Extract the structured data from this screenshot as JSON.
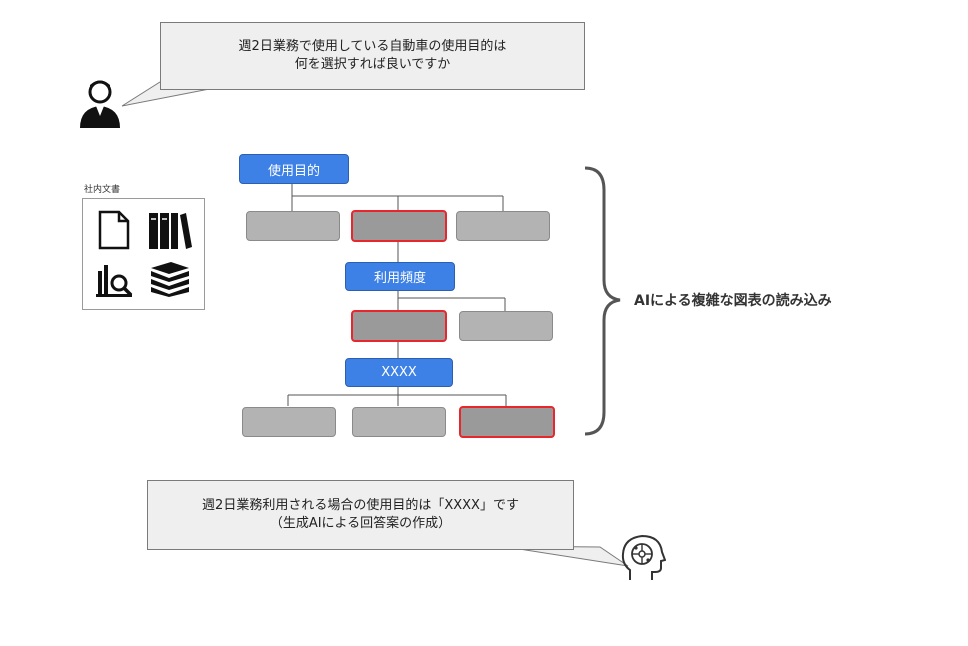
{
  "question": {
    "line1": "週2日業務で使用している自動車の使用目的は",
    "line2": "何を選択すれば良いですか"
  },
  "docs_label": "社内文書",
  "tree": {
    "node1": "使用目的",
    "node2": "利用頻度",
    "node3": "XXXX"
  },
  "brace_label": "AIによる複雑な図表の読み込み",
  "answer": {
    "line1": "週2日業務利用される場合の使用目的は「XXXX」です",
    "line2": "（生成AIによる回答案の作成）"
  },
  "icons": [
    "user-icon",
    "document-icon",
    "books-icon",
    "research-icon",
    "stack-icon",
    "ai-head-icon"
  ],
  "colors": {
    "node_blue": "#3d80e6",
    "selected_border": "#e8262b",
    "option_gray": "#b3b3b3"
  }
}
